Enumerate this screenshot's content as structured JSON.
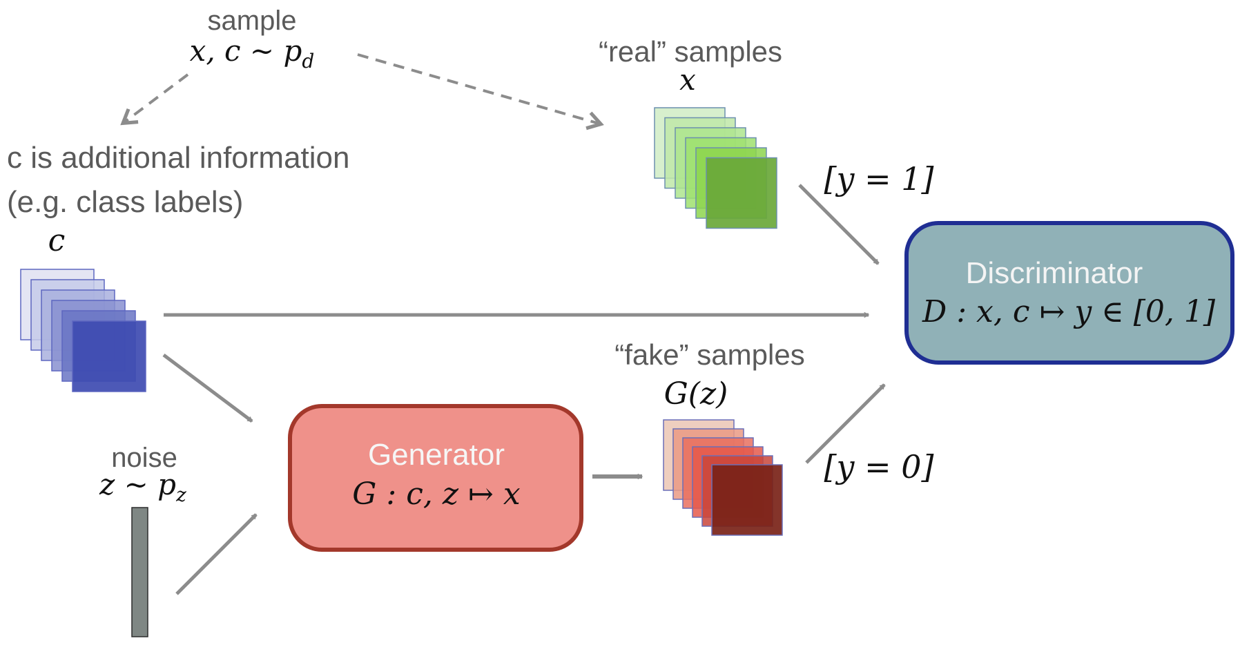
{
  "colors": {
    "arrow": "#8c8c8c",
    "generator_fill": "#ef918a",
    "generator_border": "#a3382b",
    "discriminator_fill": "#90b1b7",
    "discriminator_border": "#1f2e93",
    "text_gray": "#5a5a5a",
    "box_label": "#f4f4f4",
    "noise_bar": "#7f8784"
  },
  "sample": {
    "label": "sample",
    "math": "x, c ∼ p",
    "math_sub": "d"
  },
  "additional_info": {
    "line1": "c is additional information",
    "line2": "(e.g. class labels)",
    "symbol": "c"
  },
  "real_samples": {
    "label": "“real” samples",
    "symbol": "x",
    "layer_colors": [
      "#d0ecc4",
      "#bfe8a8",
      "#aee58e",
      "#9fe16f",
      "#8dd54e",
      "#6aa83a"
    ]
  },
  "fake_samples": {
    "label": "“fake” samples",
    "symbol": "G(z)",
    "layer_colors": [
      "#ebc6b4",
      "#ea9a84",
      "#e9705f",
      "#e5594b",
      "#c9453a",
      "#7a2318"
    ]
  },
  "c_stack": {
    "layer_colors": [
      "#dfe1f1",
      "#c6cbe9",
      "#a9b0de",
      "#8891d0",
      "#6a75c4",
      "#3e4bb1"
    ]
  },
  "noise": {
    "label": "noise",
    "math": "z ∼ p",
    "math_sub": "z"
  },
  "generator": {
    "title": "Generator",
    "formula": "G : c, z ↦ x"
  },
  "discriminator": {
    "title": "Discriminator",
    "formula": "D : x, c ↦ y ∈ [0, 1]"
  },
  "outputs": {
    "real": "[y = 1]",
    "fake": "[y = 0]"
  }
}
